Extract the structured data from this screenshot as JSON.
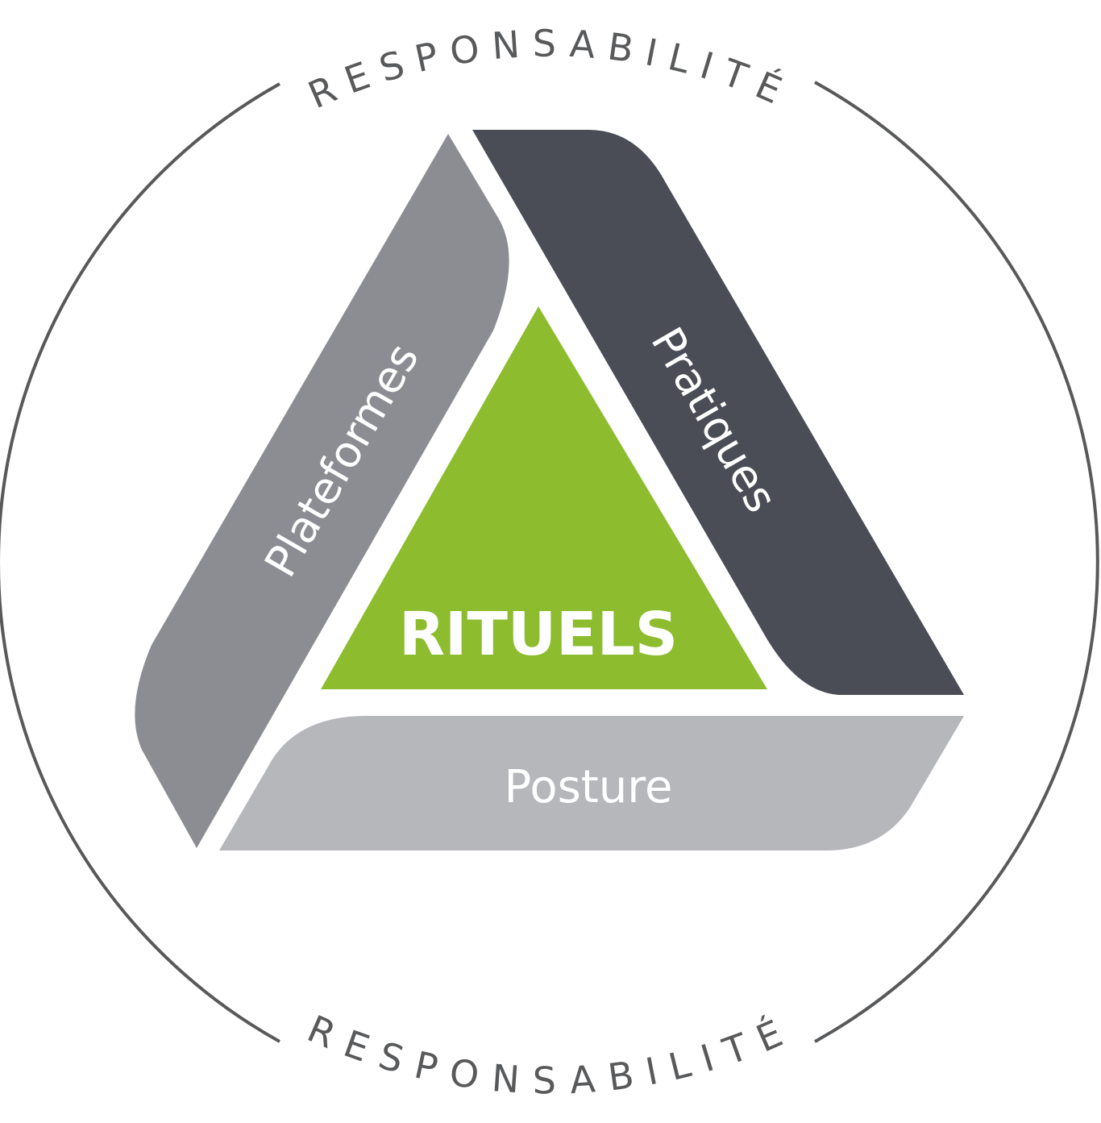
{
  "diagram": {
    "ring_top_label": "RESPONSABILITÉ",
    "ring_bottom_label": "RESPONSABILITÉ",
    "center_label": "RITUELS",
    "left_side_label": "Plateformes",
    "right_side_label": "Pratiques",
    "bottom_side_label": "Posture"
  },
  "colors": {
    "ring": "#58595b",
    "ring_text": "#58595b",
    "center": "#8dbd2f",
    "left_side": "#8c8d92",
    "right_side": "#4a4d55",
    "bottom_side": "#b6b7bb",
    "label_text": "#ffffff"
  }
}
